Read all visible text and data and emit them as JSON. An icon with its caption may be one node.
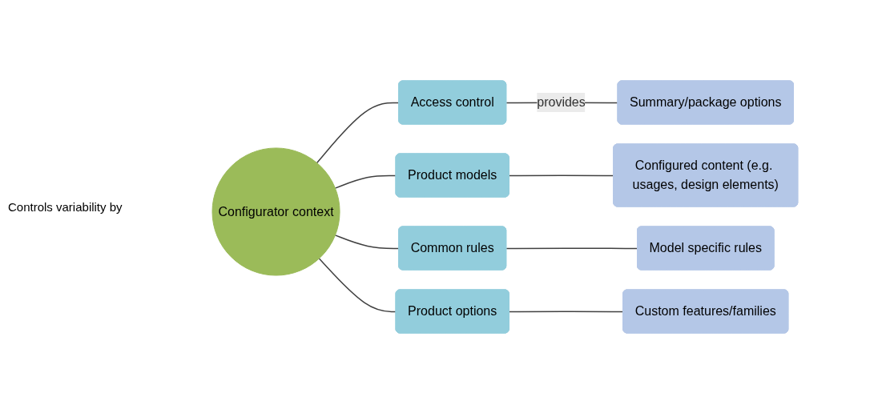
{
  "diagram": {
    "nodes": [
      {
        "text": [
          "Configurator context"
        ]
      },
      {
        "text": [
          "Access control"
        ]
      },
      {
        "text": [
          "Summary/package options"
        ]
      },
      {
        "text": [
          "Product models"
        ]
      },
      {
        "text": [
          "Configured content (e.g. usages, design elements)"
        ]
      },
      {
        "text": [
          "Common rules"
        ]
      },
      {
        "text": [
          "Model specific rules"
        ]
      },
      {
        "text": [
          "Product options"
        ]
      },
      {
        "text": [
          "Custom features/families"
        ]
      }
    ],
    "edges": [
      {
        "from": 0,
        "to": 1,
        "arrow": "none"
      },
      {
        "from": 0,
        "to": 3,
        "arrow": "none"
      },
      {
        "from": 0,
        "to": 5,
        "arrow": "none"
      },
      {
        "from": 0,
        "to": 7,
        "arrow": "none"
      },
      {
        "from": 1,
        "to": 2,
        "arrow": "none",
        "label": "provides"
      },
      {
        "from": 3,
        "to": 4,
        "arrow": "none"
      },
      {
        "from": 5,
        "to": 6,
        "arrow": "none"
      },
      {
        "from": 7,
        "to": 8,
        "arrow": "none"
      }
    ],
    "labels": [
      "Controls variability by"
    ]
  }
}
